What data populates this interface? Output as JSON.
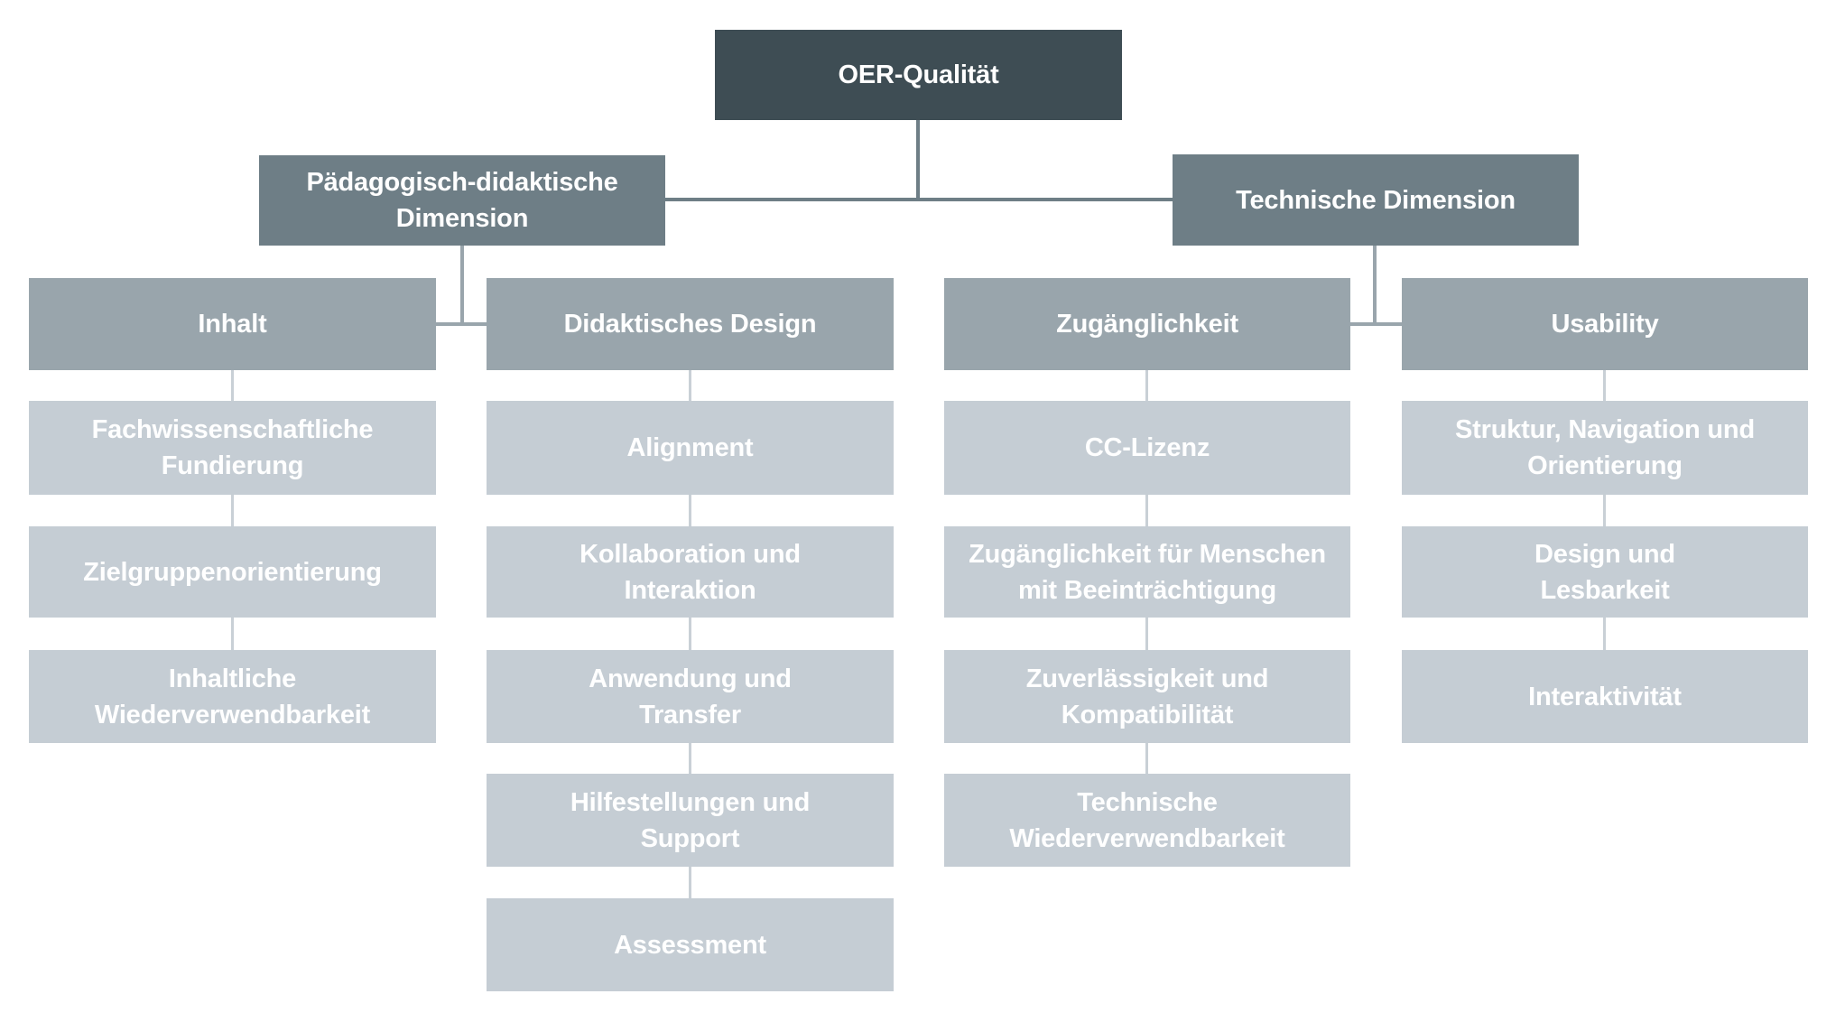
{
  "diagram": {
    "root": {
      "label": "OER-Qualität"
    },
    "branches": [
      {
        "dimension": {
          "label": "Pädagogisch-didaktische\nDimension"
        },
        "categories": [
          {
            "header": "Inhalt",
            "items": [
              "Fachwissenschaftliche\nFundierung",
              "Zielgruppenorientierung",
              "Inhaltliche\nWiederverwendbarkeit"
            ]
          },
          {
            "header": "Didaktisches Design",
            "items": [
              "Alignment",
              "Kollaboration und\nInteraktion",
              "Anwendung und\nTransfer",
              "Hilfestellungen und\nSupport",
              "Assessment"
            ]
          }
        ]
      },
      {
        "dimension": {
          "label": "Technische Dimension"
        },
        "categories": [
          {
            "header": "Zugänglichkeit",
            "items": [
              "CC-Lizenz",
              "Zugänglichkeit für Menschen\nmit Beeinträchtigung",
              "Zuverlässigkeit und\nKompatibilität",
              "Technische\nWiederverwendbarkeit"
            ]
          },
          {
            "header": "Usability",
            "items": [
              "Struktur, Navigation und\nOrientierung",
              "Design und\nLesbarkeit",
              "Interaktivität"
            ]
          }
        ]
      }
    ]
  },
  "colors": {
    "background": "#FFFFFF",
    "label_text": "#FFFFFF",
    "root_bg": "#3E4D54",
    "dimension_bg": "#6E7E86",
    "category_bg": "#99A5AC",
    "item_bg": "#C5CDD4",
    "connector_dark": "#6E7E86",
    "connector_mid": "#99A5AC",
    "connector_light": "#C9D0D6"
  }
}
